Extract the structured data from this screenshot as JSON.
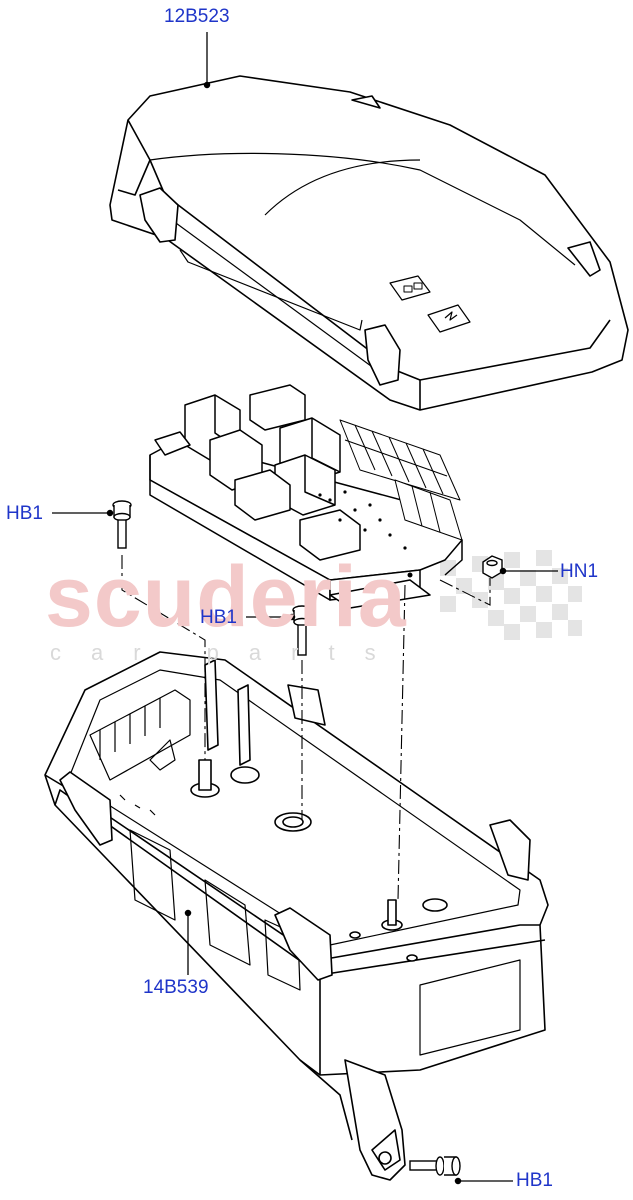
{
  "watermark": {
    "brand": "scuderia",
    "sub": "car parts"
  },
  "callouts": {
    "cover": "12B523",
    "bolt_left": "HB1",
    "nut_right": "HN1",
    "bolt_center": "HB1",
    "tray": "14B539",
    "bolt_bottom": "HB1"
  },
  "colors": {
    "callout_text": "#1f35c9",
    "line_art": "#000000",
    "watermark_red": "#f3c9c9",
    "watermark_grey": "#d9d9d9"
  }
}
